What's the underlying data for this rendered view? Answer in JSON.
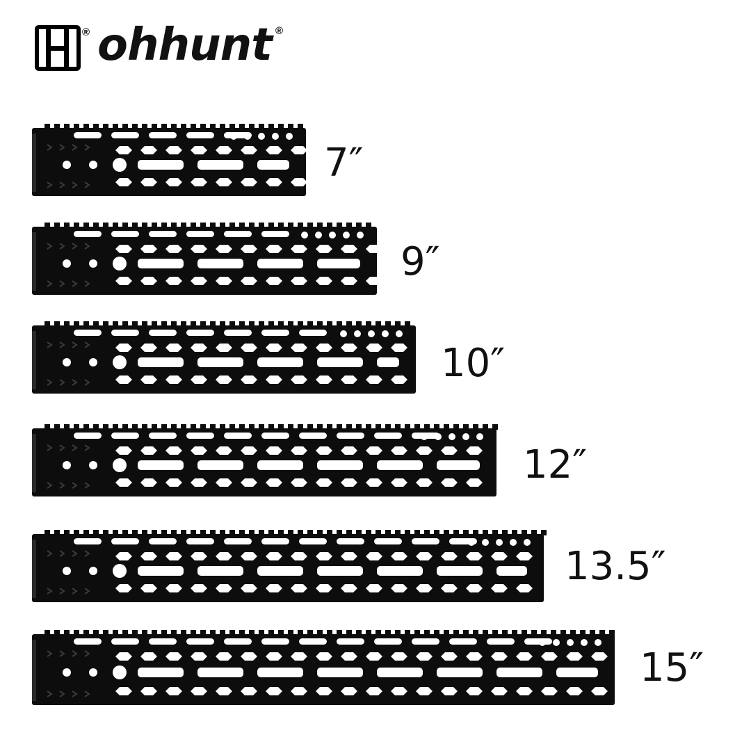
{
  "brand": {
    "name": "ohhunt",
    "registered_mark": "®"
  },
  "products": [
    {
      "size_label": "7″"
    },
    {
      "size_label": "9″"
    },
    {
      "size_label": "10″"
    },
    {
      "size_label": "12″"
    },
    {
      "size_label": "13.5″"
    },
    {
      "size_label": "15″"
    }
  ],
  "colors": {
    "product": "#0d0d0d",
    "cutout": "#ffffff",
    "text": "#111111"
  }
}
